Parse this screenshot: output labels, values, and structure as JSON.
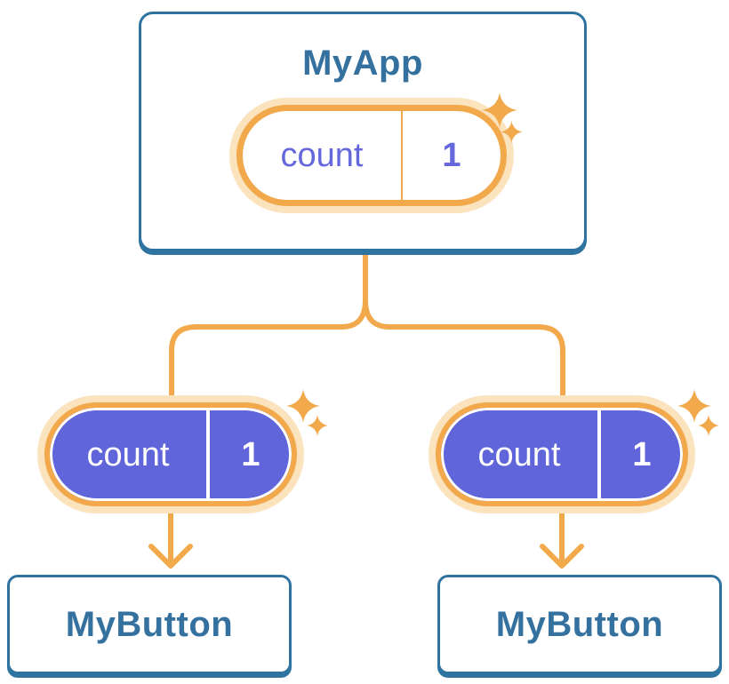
{
  "colors": {
    "background": "#ffffff",
    "card-border": "#2f73a1",
    "card-title": "#35719f",
    "card-fill": "#ffffff",
    "accent-orange": "#f2a94c",
    "orange-halo": "#fbe3be",
    "pill-purple": "#6065da",
    "pill-text-light": "#ffffff",
    "state-text-purple": "#6468dc"
  },
  "diagram": {
    "root": {
      "title": "MyApp",
      "state": {
        "label": "count",
        "value": "1"
      }
    },
    "children": [
      {
        "title": "MyButton",
        "prop": {
          "label": "count",
          "value": "1"
        }
      },
      {
        "title": "MyButton",
        "prop": {
          "label": "count",
          "value": "1"
        }
      }
    ],
    "icons": {
      "sparkle": "four-point-sparkle",
      "arrow": "down-arrow"
    }
  }
}
